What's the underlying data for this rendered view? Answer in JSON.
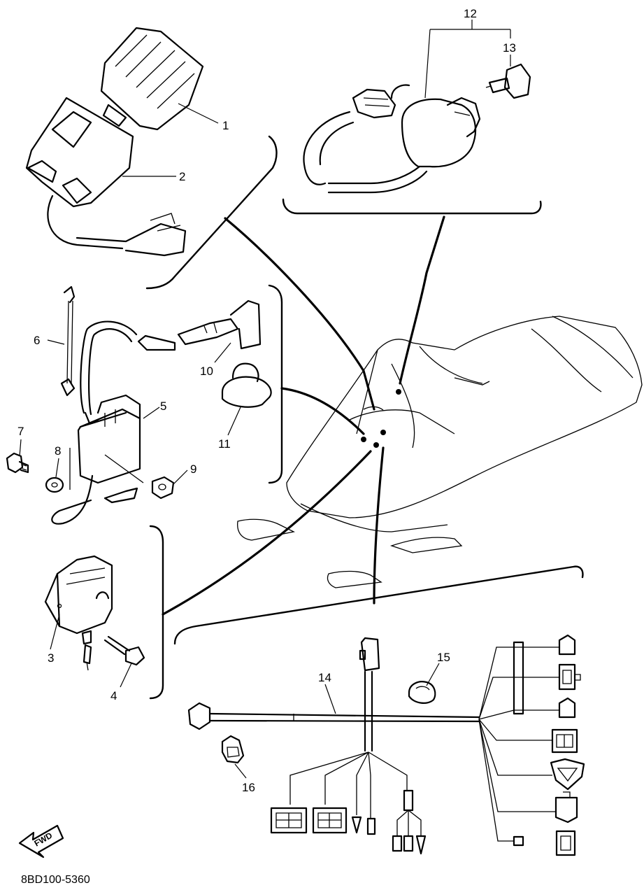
{
  "diagram": {
    "callouts": [
      "1",
      "2",
      "3",
      "4",
      "5",
      "6",
      "7",
      "8",
      "9",
      "10",
      "11",
      "12",
      "13",
      "14",
      "15",
      "16"
    ],
    "fwd_label": "FWD",
    "drawing_code": "8BD100-5360"
  }
}
